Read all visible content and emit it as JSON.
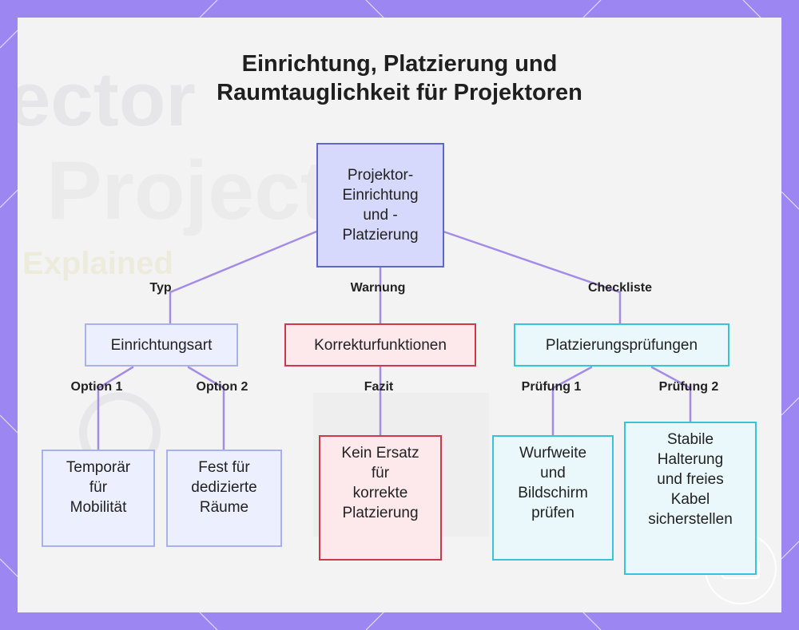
{
  "title": {
    "line1": "Einrichtung, Platzierung und",
    "line2": "Raumtauglichkeit für Projektoren"
  },
  "background_text": {
    "word1": "ector",
    "word2": "Project",
    "word3": "Explained"
  },
  "nodes": {
    "root": {
      "lines": [
        "Projektor-",
        "Einrichtung",
        "und -",
        "Platzierung"
      ]
    },
    "setup_type": {
      "lines": [
        "Einrichtungsart"
      ]
    },
    "correction": {
      "lines": [
        "Korrekturfunktionen"
      ]
    },
    "placement_checks": {
      "lines": [
        "Platzierungsprüfungen"
      ]
    },
    "temporary": {
      "lines": [
        "Temporär",
        "für",
        "Mobilität"
      ]
    },
    "fixed": {
      "lines": [
        "Fest für",
        "dedizierte",
        "Räume"
      ]
    },
    "no_substitute": {
      "lines": [
        "Kein Ersatz",
        "für",
        "korrekte",
        "Platzierung"
      ]
    },
    "throw_distance": {
      "lines": [
        "Wurfweite",
        "und",
        "Bildschirm",
        "prüfen"
      ]
    },
    "mounting": {
      "lines": [
        "Stabile",
        "Halterung",
        "und freies",
        "Kabel",
        "sicherstellen"
      ]
    }
  },
  "edge_labels": {
    "typ": "Typ",
    "warnung": "Warnung",
    "checkliste": "Checkliste",
    "option1": "Option 1",
    "option2": "Option 2",
    "fazit": "Fazit",
    "pruefung1": "Prüfung 1",
    "pruefung2": "Prüfung 2"
  },
  "colors": {
    "frame": "#9c86f2",
    "connector": "#a48be6",
    "root_fill": "#d6d9fb",
    "root_border": "#6068c7",
    "red_border": "#cf3848",
    "cyan_border": "#38c4d8"
  }
}
